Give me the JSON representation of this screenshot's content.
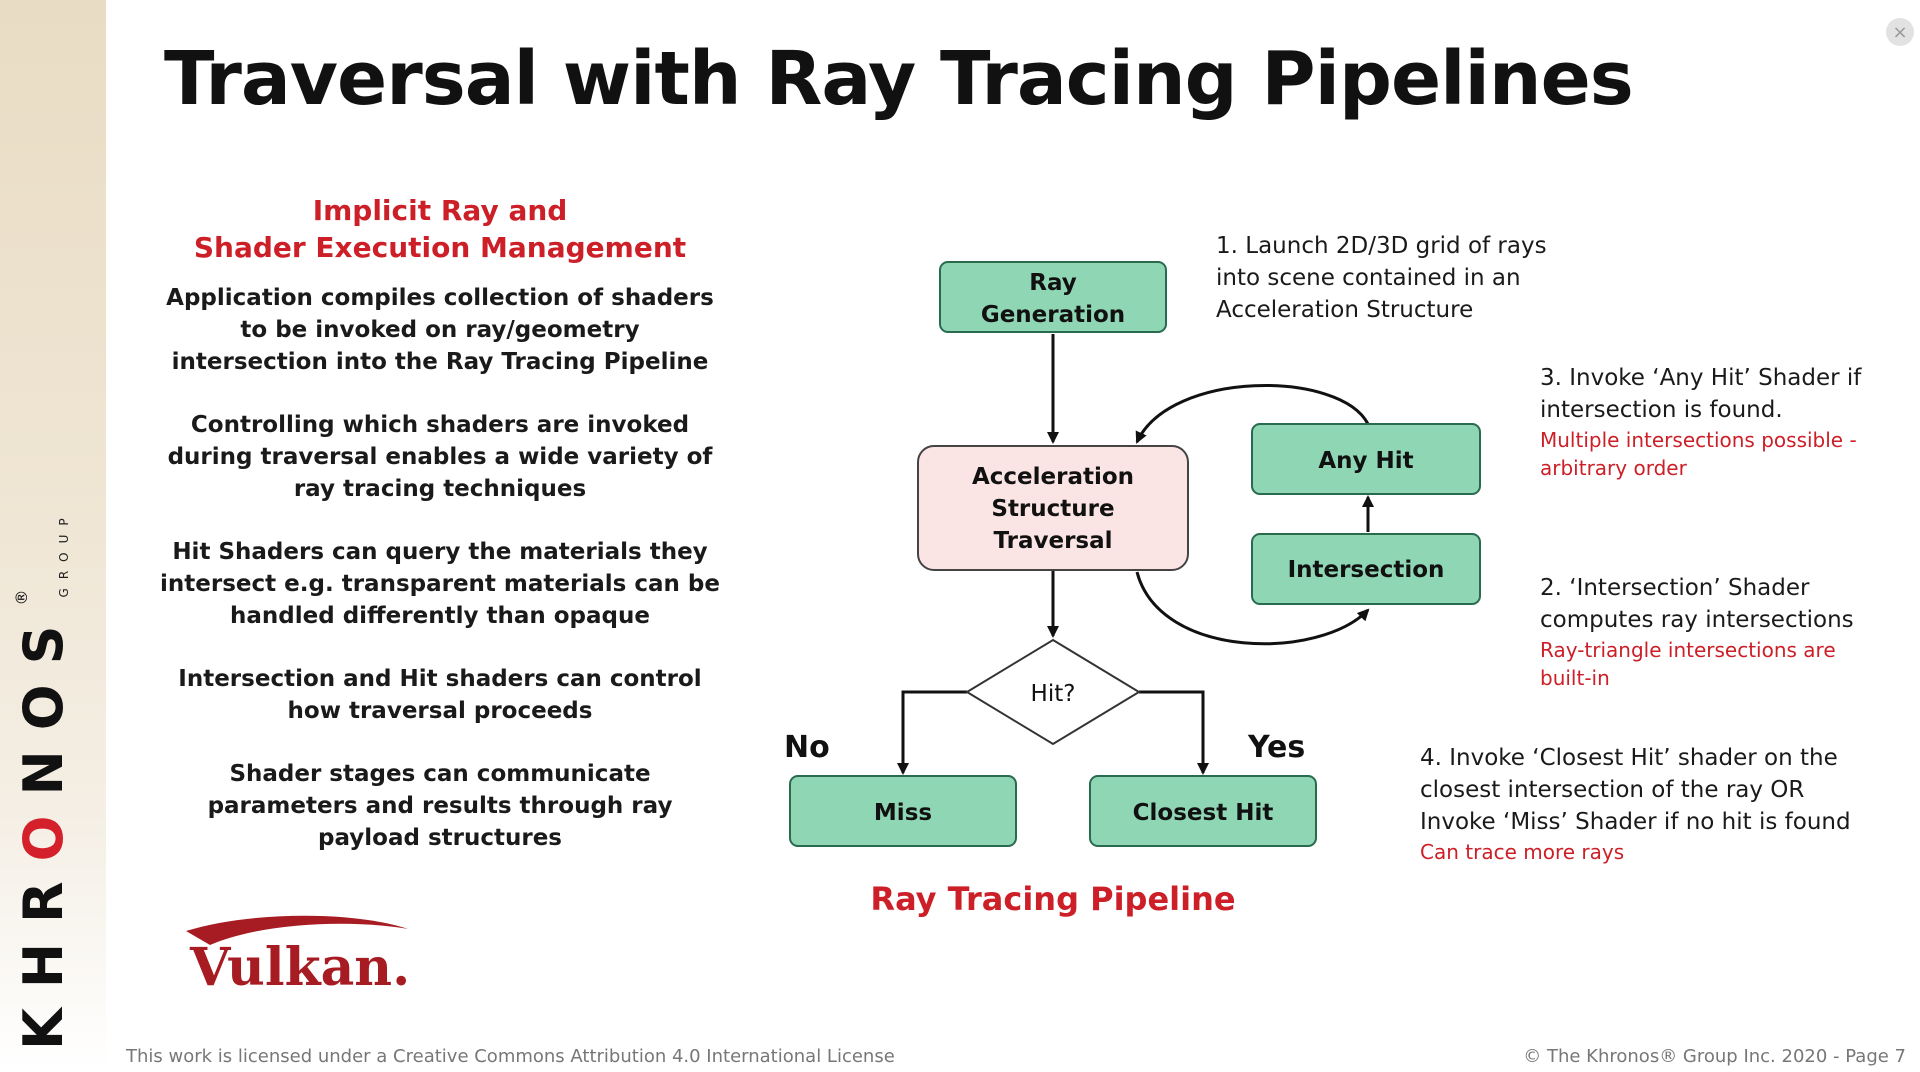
{
  "title": "Traversal with Ray Tracing Pipelines",
  "close_glyph": "×",
  "sidebar": {
    "brand_pre": "KHR",
    "brand_o": "O",
    "brand_post": "NOS",
    "brand_reg": "®",
    "brand_group": "GROUP"
  },
  "left": {
    "heading_line1": "Implicit Ray and",
    "heading_line2": "Shader Execution Management",
    "paragraphs": [
      "Application compiles collection of shaders to be invoked on ray/geometry intersection into the Ray Tracing Pipeline",
      "Controlling which shaders are invoked during traversal enables a wide variety of ray tracing techniques",
      "Hit Shaders can query the materials they intersect e.g. transparent materials can be handled differently than opaque",
      "Intersection and Hit shaders can control how traversal proceeds",
      "Shader stages can communicate parameters and results through ray payload structures"
    ]
  },
  "logo": {
    "text": "Vulkan",
    "mark": "."
  },
  "diagram": {
    "nodes": {
      "ray_generation": [
        "Ray",
        "Generation"
      ],
      "acceleration": [
        "Acceleration",
        "Structure",
        "Traversal"
      ],
      "any_hit": "Any Hit",
      "intersection": "Intersection",
      "hit": "Hit?",
      "miss": "Miss",
      "closest_hit": "Closest Hit"
    },
    "edge_no": "No",
    "edge_yes": "Yes",
    "caption": "Ray Tracing Pipeline"
  },
  "notes": [
    {
      "main": [
        "1. Launch 2D/3D grid of rays",
        "into scene contained in an",
        "Acceleration Structure"
      ],
      "sub": []
    },
    {
      "main": [
        "3. Invoke ‘Any Hit’ Shader if",
        "intersection is found."
      ],
      "sub": [
        "Multiple intersections possible -",
        "arbitrary order"
      ]
    },
    {
      "main": [
        "2. ‘Intersection’ Shader",
        "computes ray intersections"
      ],
      "sub": [
        "Ray-triangle intersections are",
        "built-in"
      ]
    },
    {
      "main": [
        "4. Invoke ‘Closest Hit’ shader on the",
        "closest intersection of the ray OR",
        "Invoke ‘Miss’ Shader if no hit is found"
      ],
      "sub": [
        "Can trace more rays"
      ]
    }
  ],
  "footer": {
    "license": "This work is licensed under a Creative Commons Attribution 4.0 International License",
    "copyright": "© The Khronos® Group Inc. 2020 - Page 7"
  },
  "colors": {
    "accent_red": "#cc1f27",
    "shader_node_fill": "#8fd6b5",
    "traversal_node_fill": "#fbe4e4",
    "text": "#111111"
  }
}
